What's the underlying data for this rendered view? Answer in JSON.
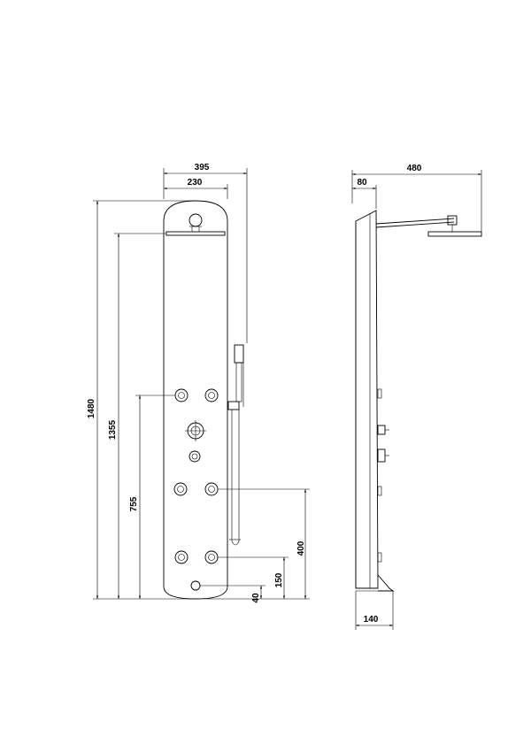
{
  "dimensions": {
    "front_overall_width": "395",
    "front_panel_width": "230",
    "front_total_height": "1480",
    "front_showerhead_height": "1355",
    "front_upper_jets_height": "755",
    "front_middle_jets_height": "400",
    "front_lower_jets_height": "150",
    "front_spout_height": "40",
    "side_arm_reach": "480",
    "side_arm_offset": "80",
    "side_depth": "140"
  }
}
